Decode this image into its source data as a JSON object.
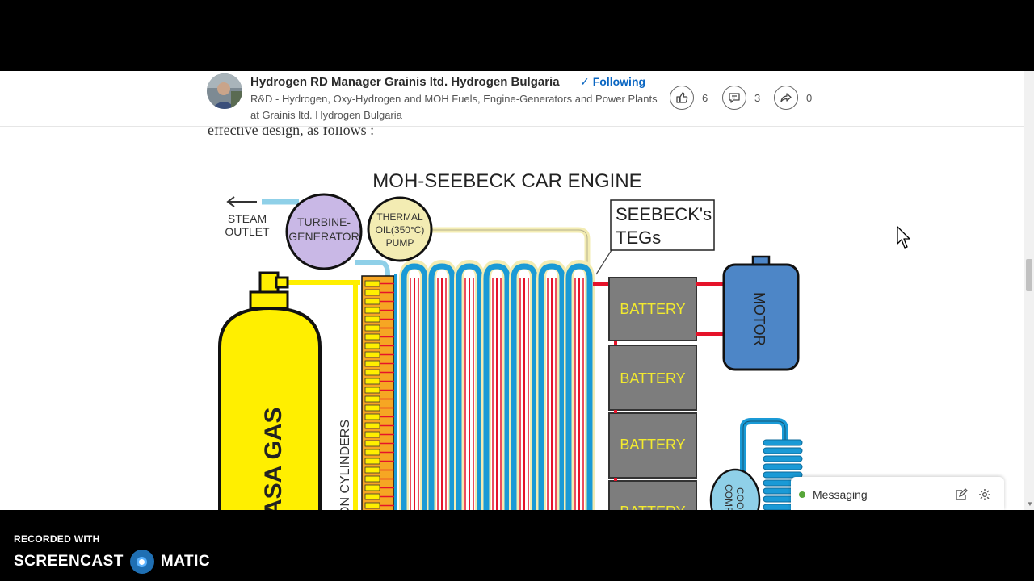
{
  "header": {
    "author_name": "Hydrogen RD Manager Grainis ltd. Hydrogen Bulgaria",
    "follow_status": "Following",
    "subtitle": "R&D - Hydrogen, Oxy-Hydrogen and MOH Fuels, Engine-Generators and Power Plants at Grainis ltd. Hydrogen Bulgaria",
    "likes": "6",
    "comments": "3",
    "shares": "0"
  },
  "article": {
    "intro_text": "effective design, as follows :"
  },
  "diagram": {
    "title": "MOH-SEEBECK CAR ENGINE",
    "steam_outlet": [
      "STEAM",
      "OUTLET"
    ],
    "turbine": [
      "TURBINE-",
      "GENERATOR"
    ],
    "pump": [
      "THERMAL",
      "OIL(350°C)",
      "PUMP"
    ],
    "seebeck": [
      "SEEBECK's",
      "TEGs"
    ],
    "battery_label": "BATTERY",
    "batteries": [
      "BATTERY",
      "BATTERY",
      "BATTERY",
      "BATTERY"
    ],
    "motor": "MOTOR",
    "gas_tank": "ASA GAS",
    "cylinders": "ON CYLINDERS",
    "compressor": [
      "COO",
      "COMP"
    ]
  },
  "messaging": {
    "label": "Messaging"
  },
  "watermark": {
    "line1": "RECORDED WITH",
    "brand_left": "SCREENCAST",
    "brand_right": "MATIC"
  },
  "colors": {
    "link_blue": "#0a66c2",
    "tank_yellow": "#ffef00",
    "pipe_blue": "#1a9ad6",
    "pipe_red": "#e5132a",
    "battery_gray": "#7d7d7d",
    "battery_text": "#f2ea2e",
    "motor_blue": "#4d86c7",
    "turbine_purple": "#c9b8e6",
    "pump_cream": "#f3ecb3"
  }
}
